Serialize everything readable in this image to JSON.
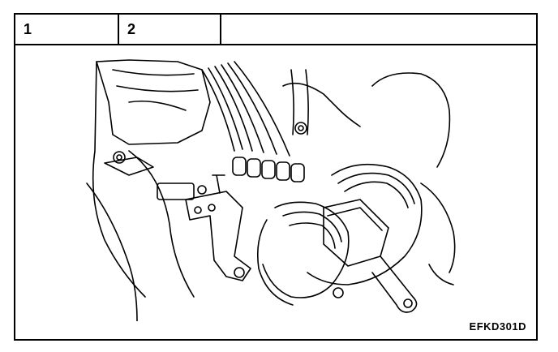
{
  "header": {
    "cells": [
      "1",
      "2",
      ""
    ]
  },
  "figure": {
    "code": "EFKD301D",
    "subject": "engine-intake-line-drawing"
  },
  "colors": {
    "line": "#000000",
    "background": "#ffffff"
  }
}
